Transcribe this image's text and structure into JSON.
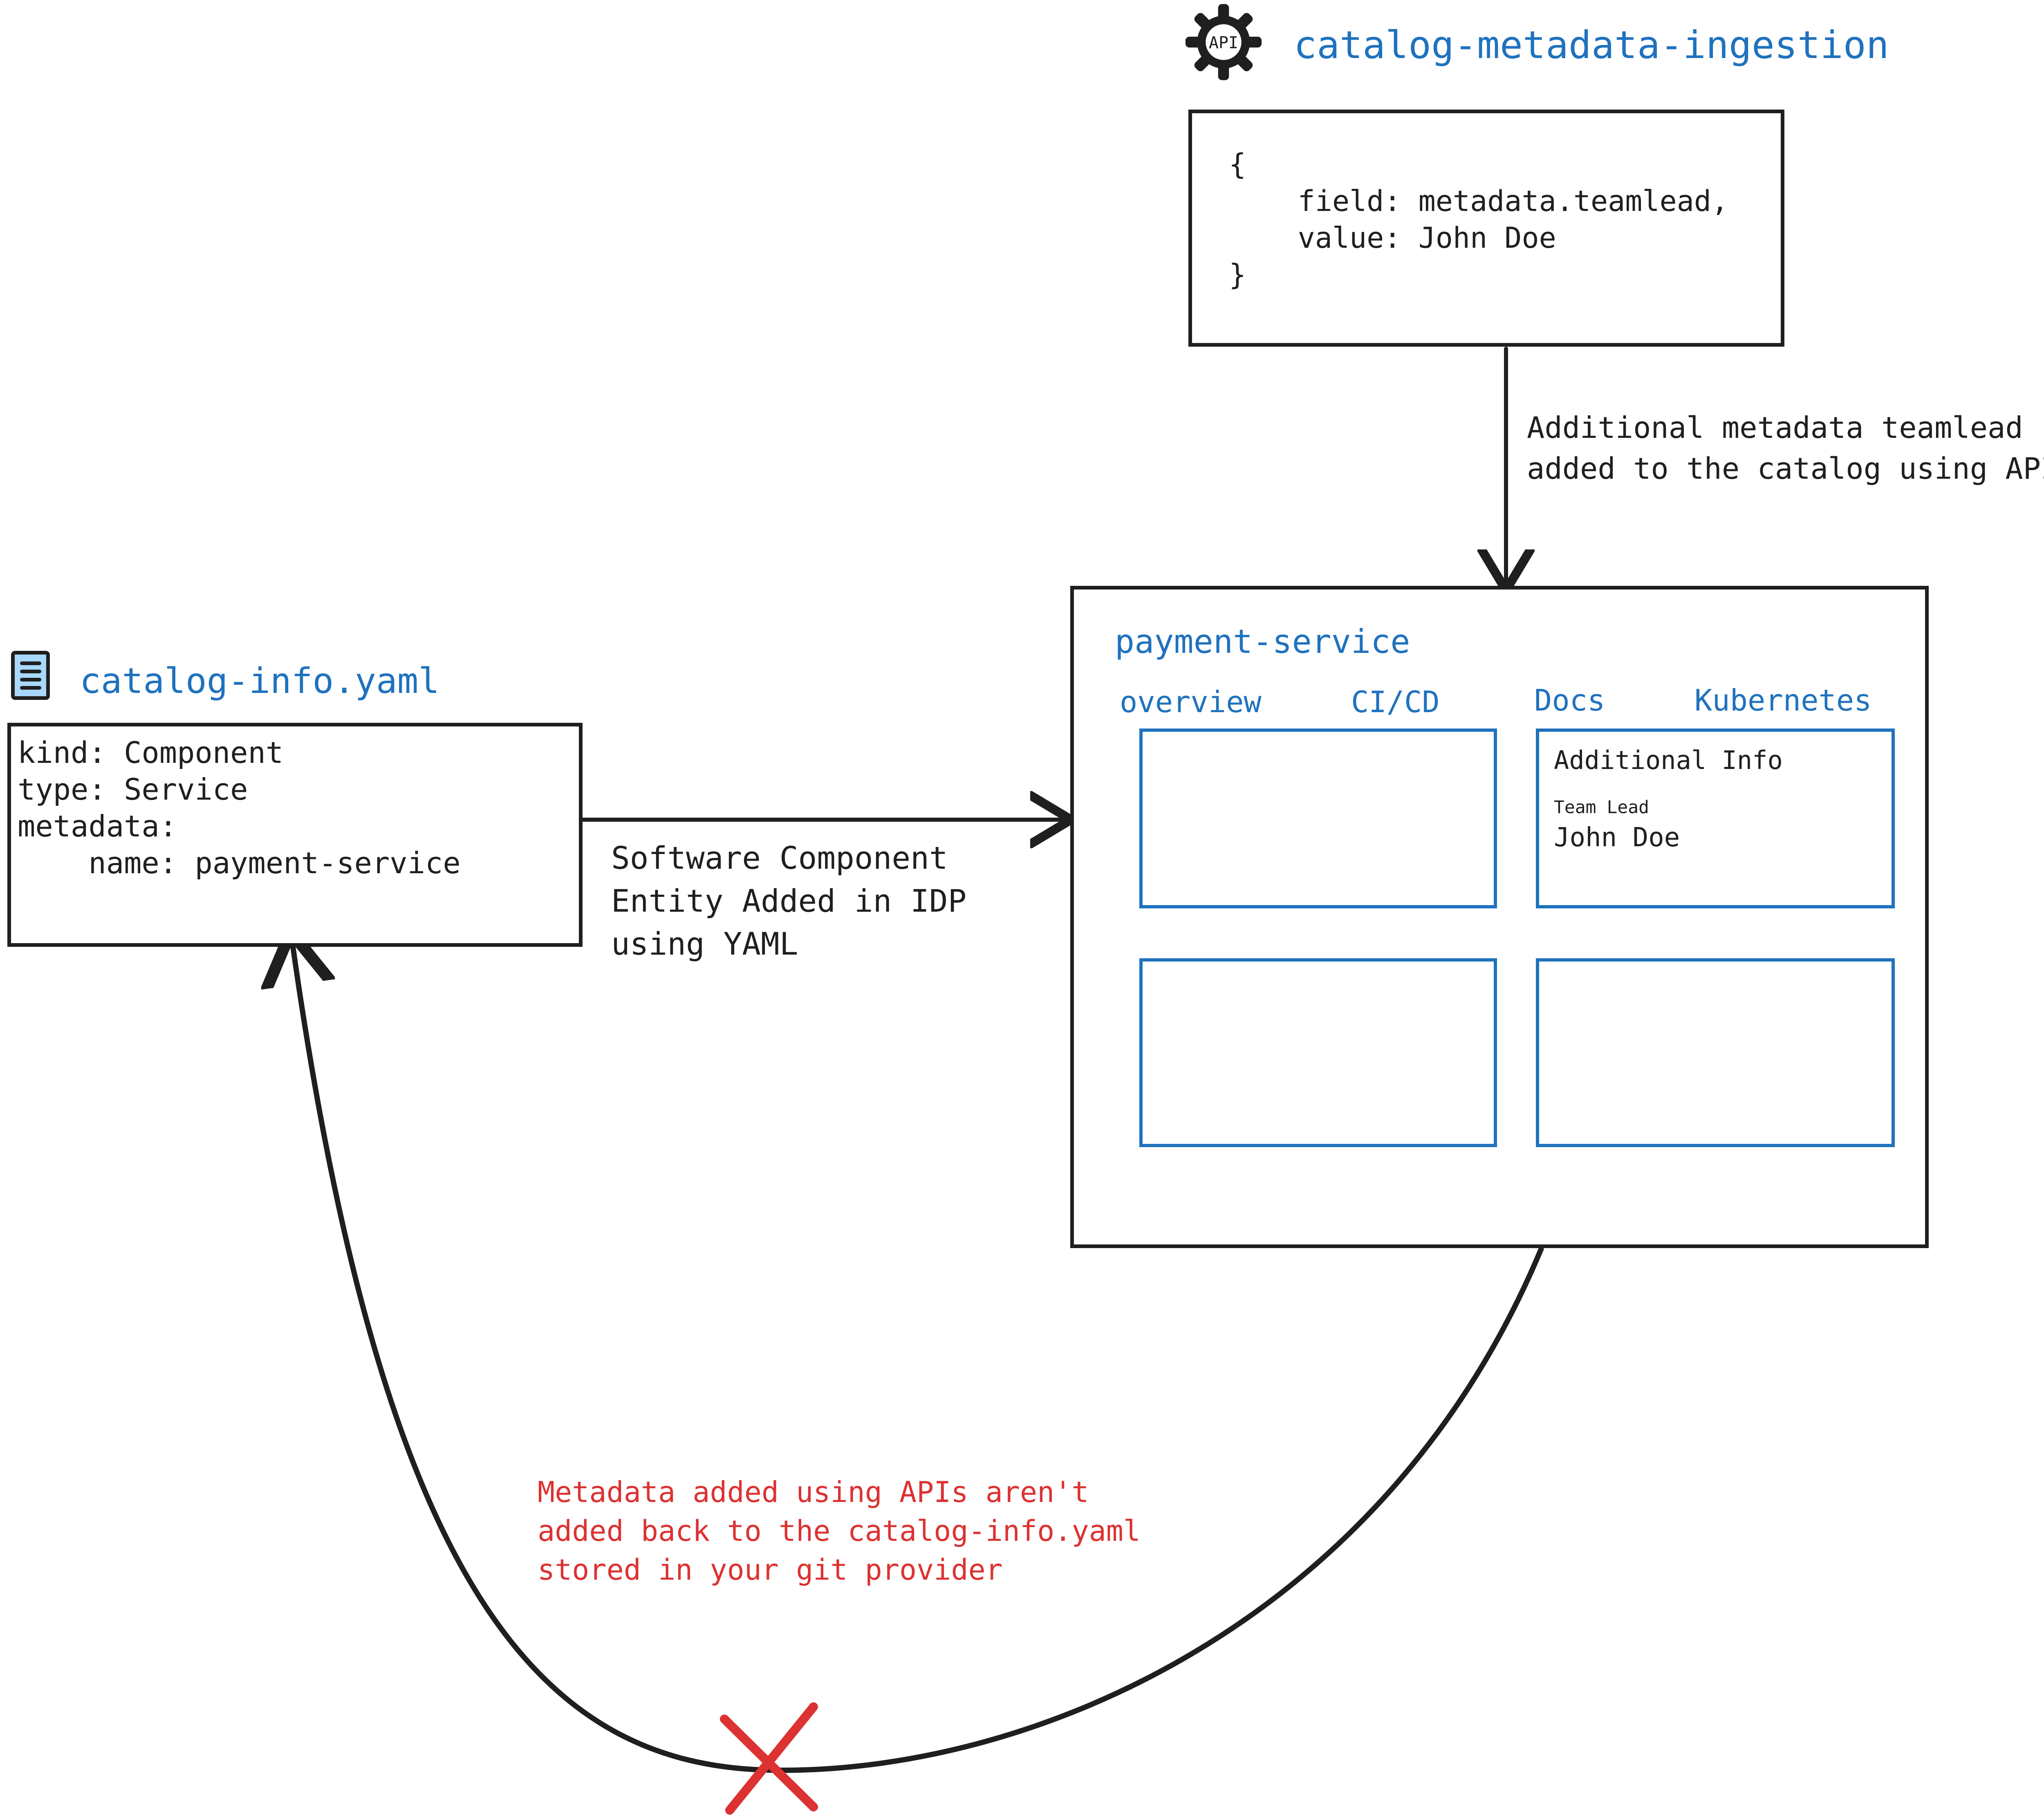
{
  "api_node": {
    "icon": "api-gear-icon",
    "icon_label": "API",
    "title": "catalog-metadata-ingestion",
    "payload_lines": [
      "{",
      "    field: metadata.teamlead,",
      "    value: John Doe",
      "}"
    ]
  },
  "api_edge": {
    "label_line1": "Additional metadata teamlead",
    "label_line2": "added to the catalog using APIs"
  },
  "yaml_node": {
    "icon": "yaml-file-icon",
    "title": "catalog-info.yaml",
    "content_lines": [
      "kind: Component",
      "type: Service",
      "metadata:",
      "    name: payment-service"
    ]
  },
  "yaml_edge": {
    "label_line1": "Software Component",
    "label_line2": "Entity Added in IDP",
    "label_line3": "using YAML"
  },
  "idp_panel": {
    "title": "payment-service",
    "tabs": [
      {
        "label": "overview"
      },
      {
        "label": "CI/CD"
      },
      {
        "label": "Docs"
      },
      {
        "label": "Kubernetes"
      }
    ],
    "cards": {
      "overview_card": "",
      "additional_info": {
        "heading": "Additional Info",
        "field_label": "Team Lead",
        "field_value": "John Doe"
      },
      "bottom_left_card": "",
      "bottom_right_card": ""
    }
  },
  "warning": {
    "marker": "red-x-mark",
    "line1": "Metadata added using APIs aren't",
    "line2": "added back to the catalog-info.yaml",
    "line3": "stored in your git provider"
  },
  "colors": {
    "accent_blue": "#1f72be",
    "warning_red": "#dc3232",
    "ink": "#1f1f1f",
    "yaml_icon_fill": "#a8d8fb"
  }
}
